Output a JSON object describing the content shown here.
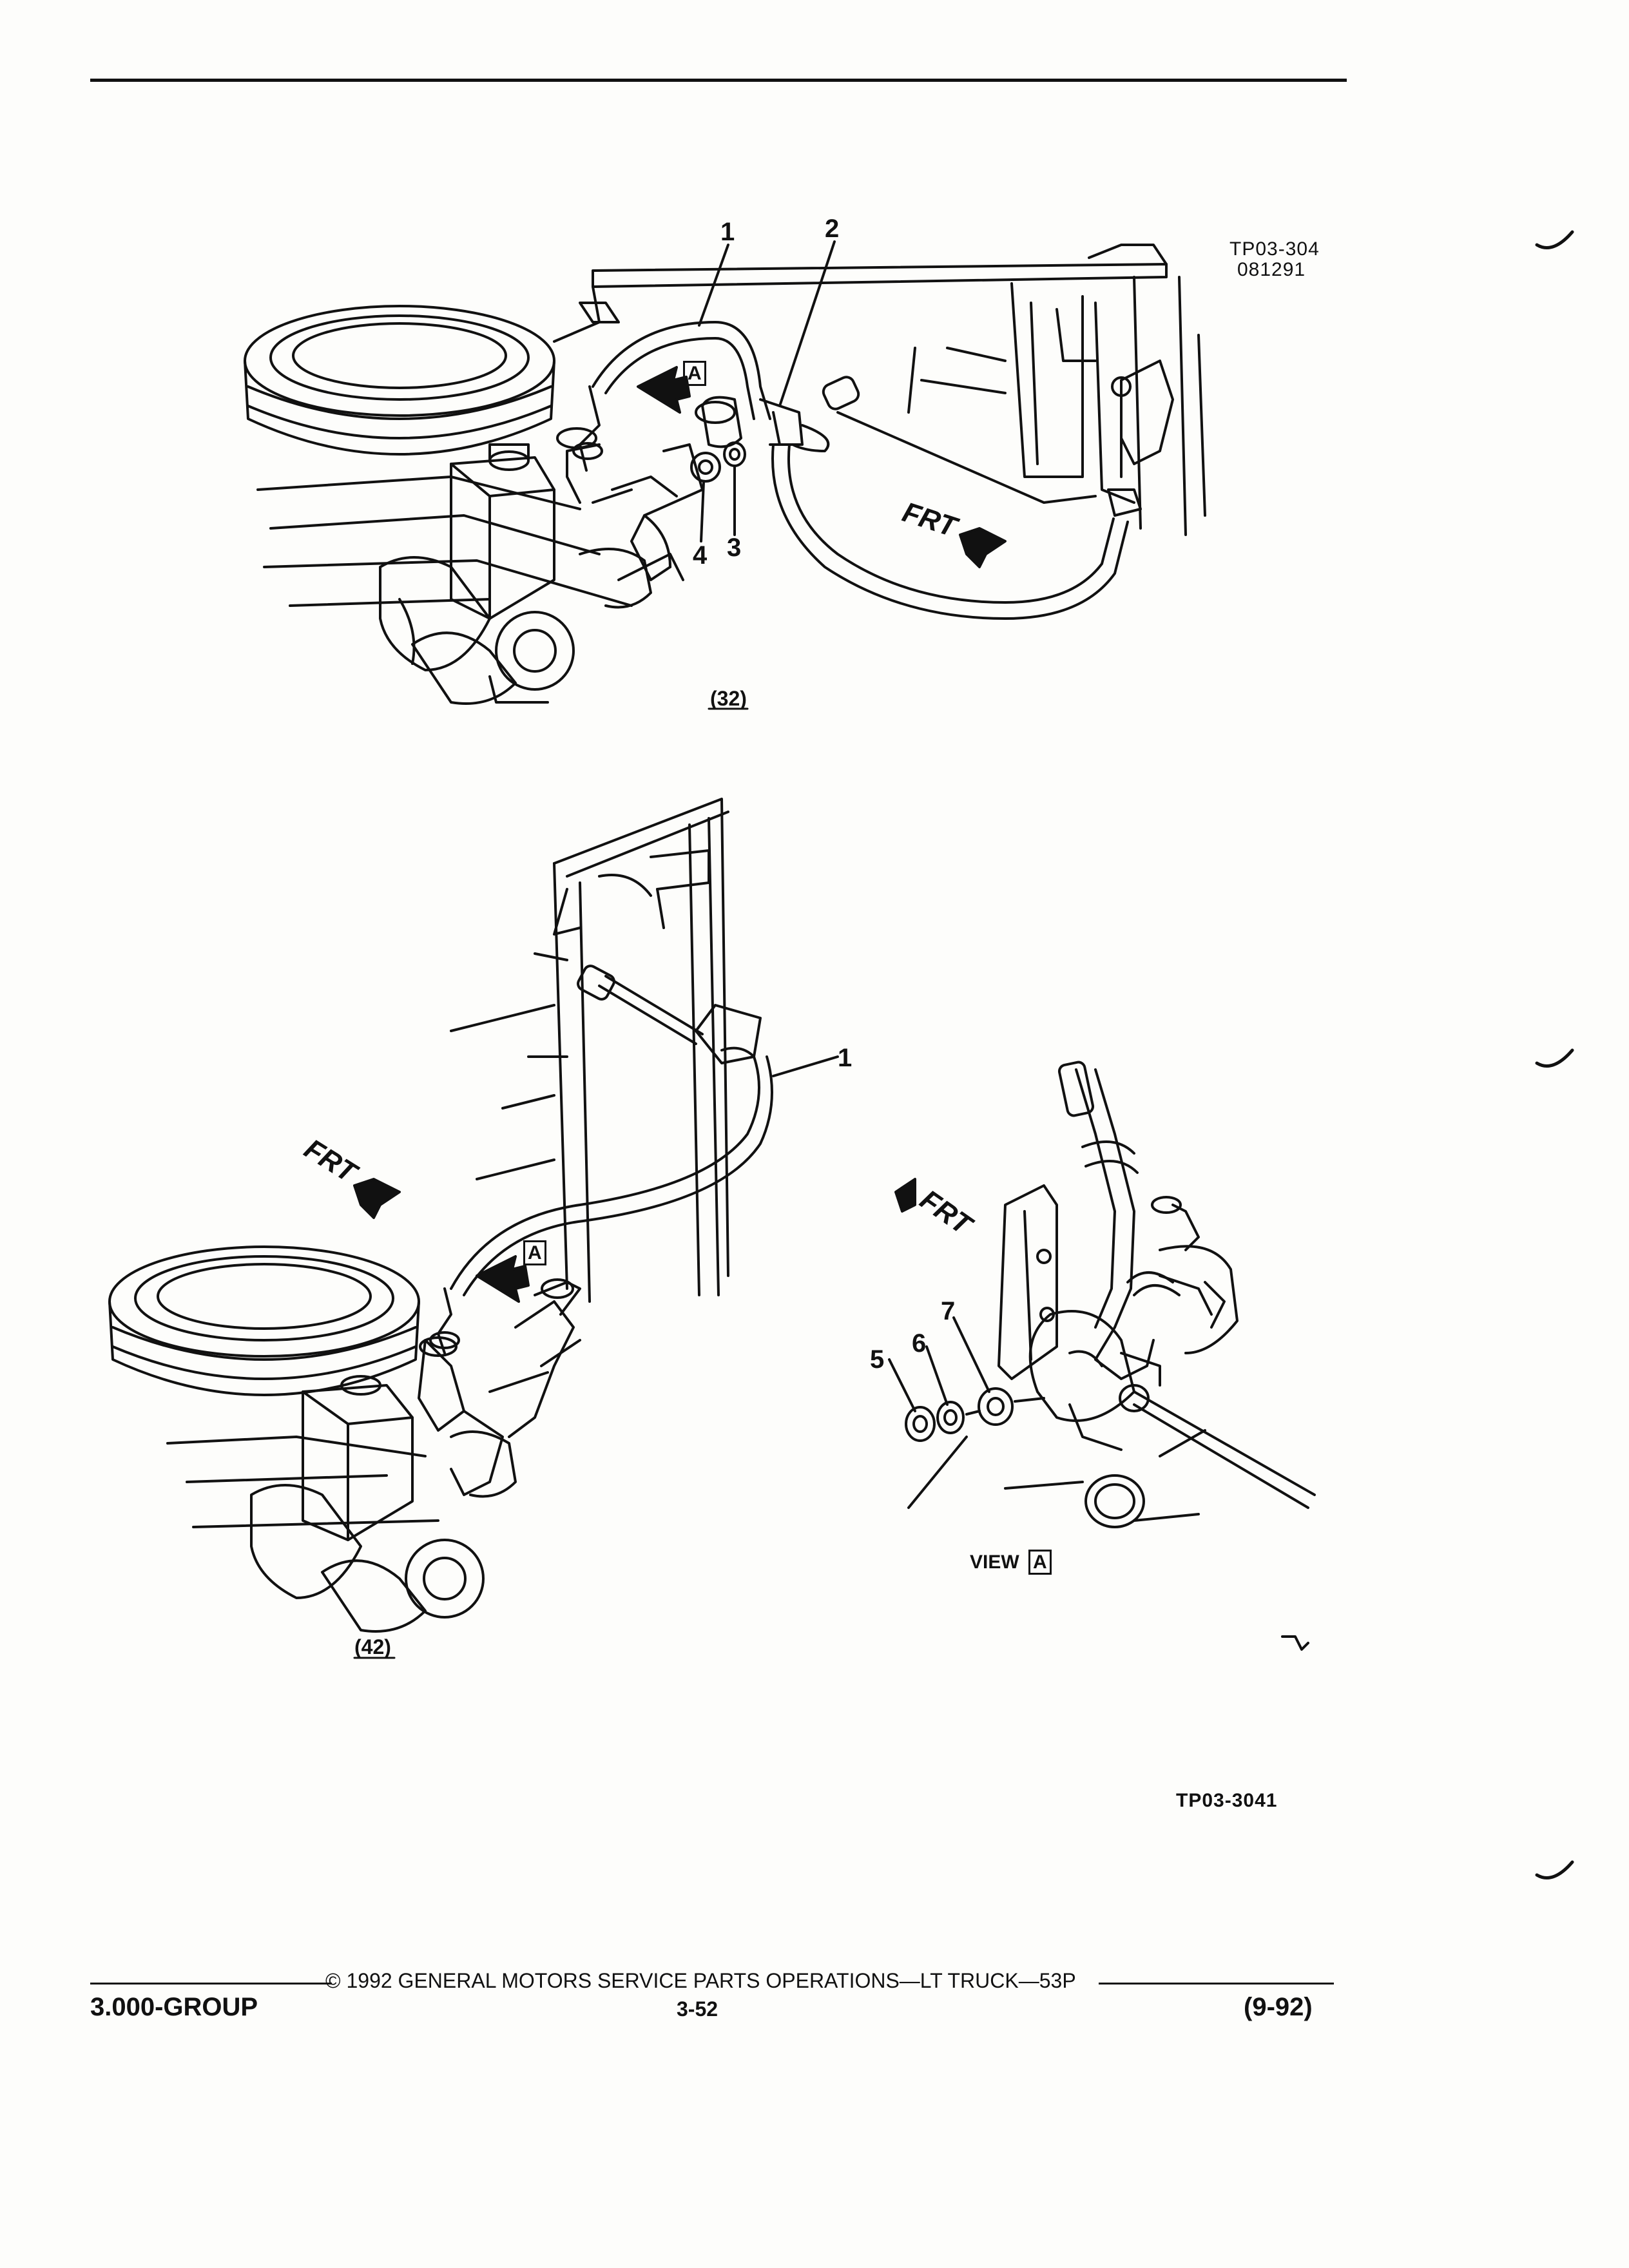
{
  "figure_top": {
    "code": "TP03-304",
    "date": "081291",
    "callouts": [
      "1",
      "2",
      "3",
      "4"
    ],
    "view_tag": "A",
    "frt_label": "FRT",
    "caption": "(32)"
  },
  "figure_bottom": {
    "callouts": [
      "1",
      "5",
      "6",
      "7"
    ],
    "view_tag": "A",
    "frt_label": "FRT",
    "caption": "(42)",
    "view_label": "VIEW",
    "code": "TP03-3041"
  },
  "footer": {
    "copyright": "© 1992 GENERAL MOTORS SERVICE PARTS OPERATIONS—LT TRUCK—53P",
    "group": "3.000-GROUP",
    "page": "3-52",
    "revision": "(9-92)"
  }
}
